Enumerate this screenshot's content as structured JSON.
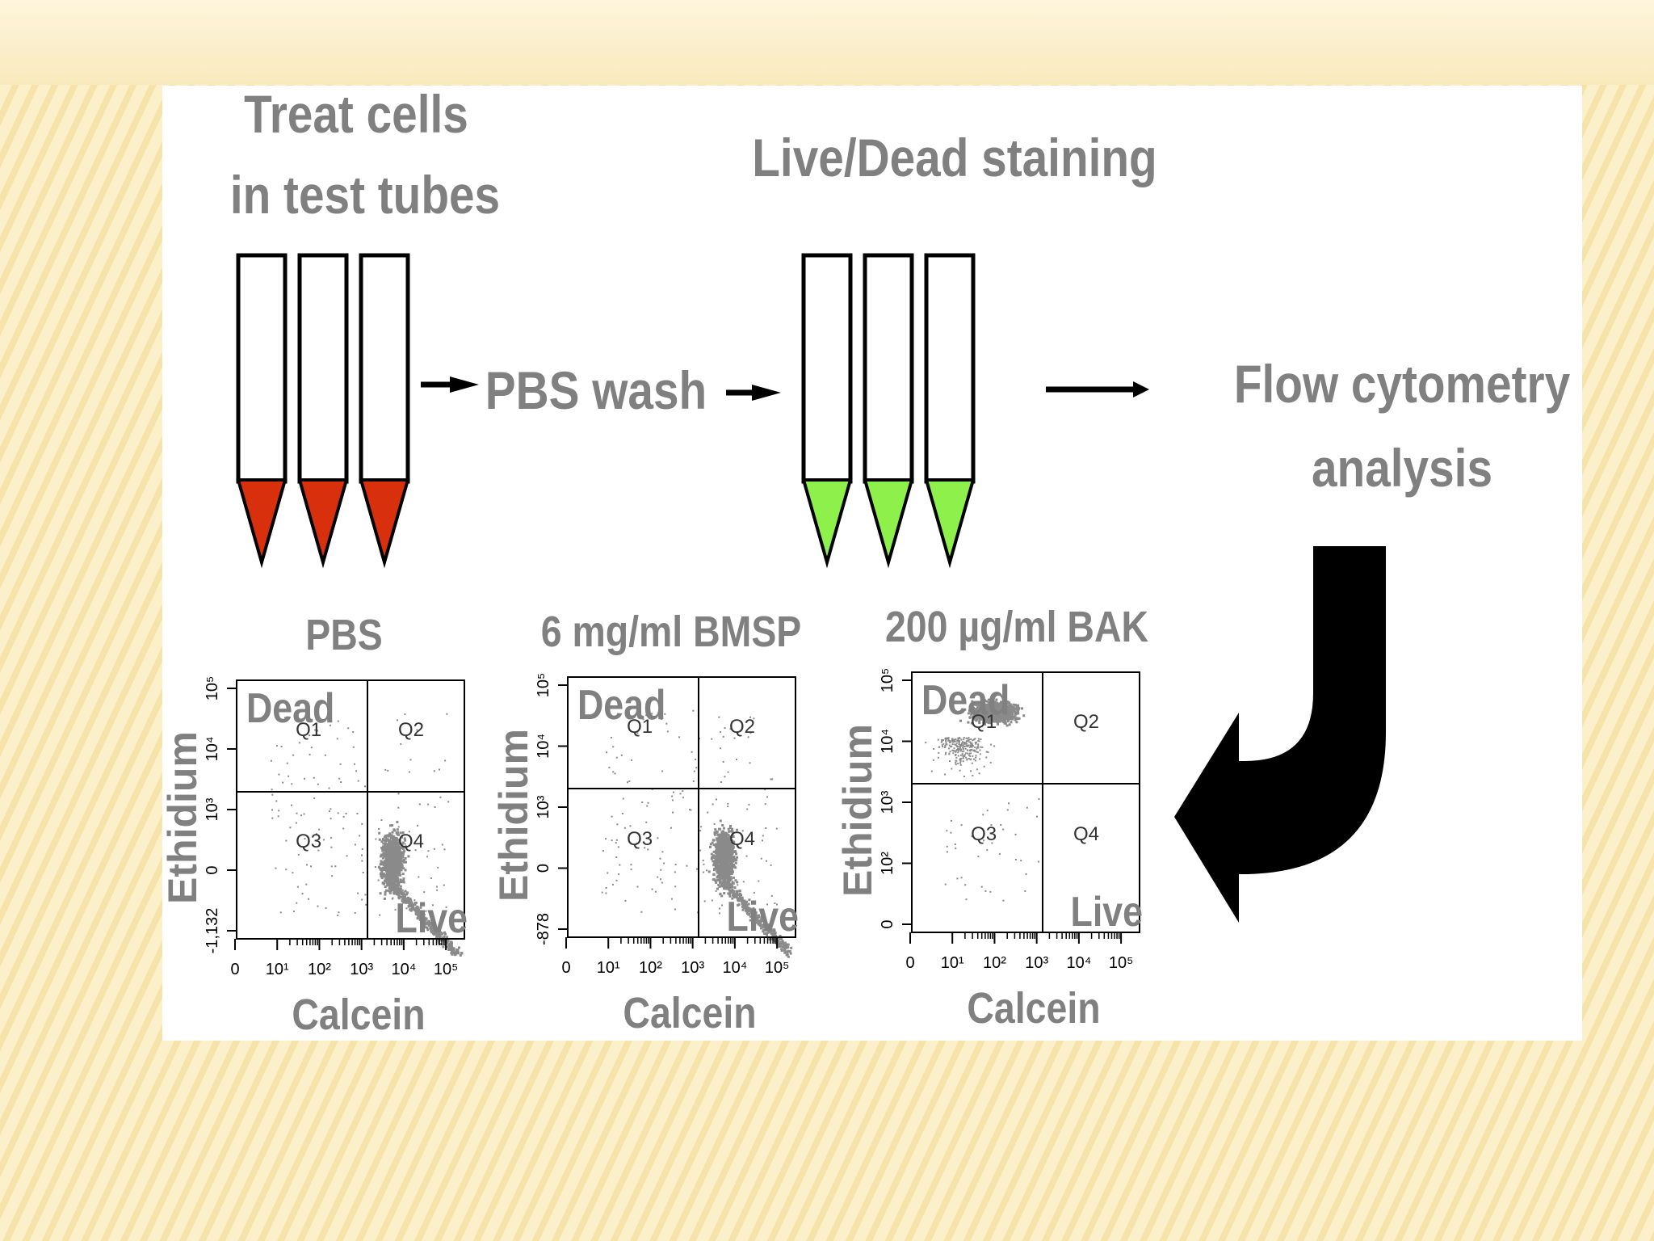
{
  "steps": {
    "treat": "Treat cells\nin test tubes",
    "stain": "Live/Dead staining",
    "wash": "PBS wash",
    "flow": "Flow cytometry\nanalysis"
  },
  "colors": {
    "treat_tip": "#d8300d",
    "stain_tip": "#8ef04a",
    "label_gray": "#808080",
    "scatter_gray": "#8a8a8a",
    "arrow_black": "#000000"
  },
  "plots": [
    {
      "condition": "PBS",
      "y_axis_title": "Ethidium",
      "x_axis_title": "Calcein",
      "dead_label": "Dead",
      "live_label": "Live",
      "quadrants": [
        "Q1",
        "Q2",
        "Q3",
        "Q4"
      ],
      "x_ticks": [
        "0",
        "10¹",
        "10²",
        "10³",
        "10⁴",
        "10⁵"
      ],
      "y_ticks": [
        "-1,132",
        "0",
        "10³",
        "10⁴",
        "10⁵"
      ]
    },
    {
      "condition": "6 mg/ml BMSP",
      "y_axis_title": "Ethidium",
      "x_axis_title": "Calcein",
      "dead_label": "Dead",
      "live_label": "Live",
      "quadrants": [
        "Q1",
        "Q2",
        "Q3",
        "Q4"
      ],
      "x_ticks": [
        "0",
        "10¹",
        "10²",
        "10³",
        "10⁴",
        "10⁵"
      ],
      "y_ticks": [
        "-878",
        "0",
        "10³",
        "10⁴",
        "10⁵"
      ]
    },
    {
      "condition": "200 µg/ml BAK",
      "y_axis_title": "Ethidium",
      "x_axis_title": "Calcein",
      "dead_label": "Dead",
      "live_label": "Live",
      "quadrants": [
        "Q1",
        "Q2",
        "Q3",
        "Q4"
      ],
      "x_ticks": [
        "0",
        "10¹",
        "10²",
        "10³",
        "10⁴",
        "10⁵"
      ],
      "y_ticks": [
        "0",
        "10²",
        "10³",
        "10⁴",
        "10⁵"
      ]
    }
  ]
}
